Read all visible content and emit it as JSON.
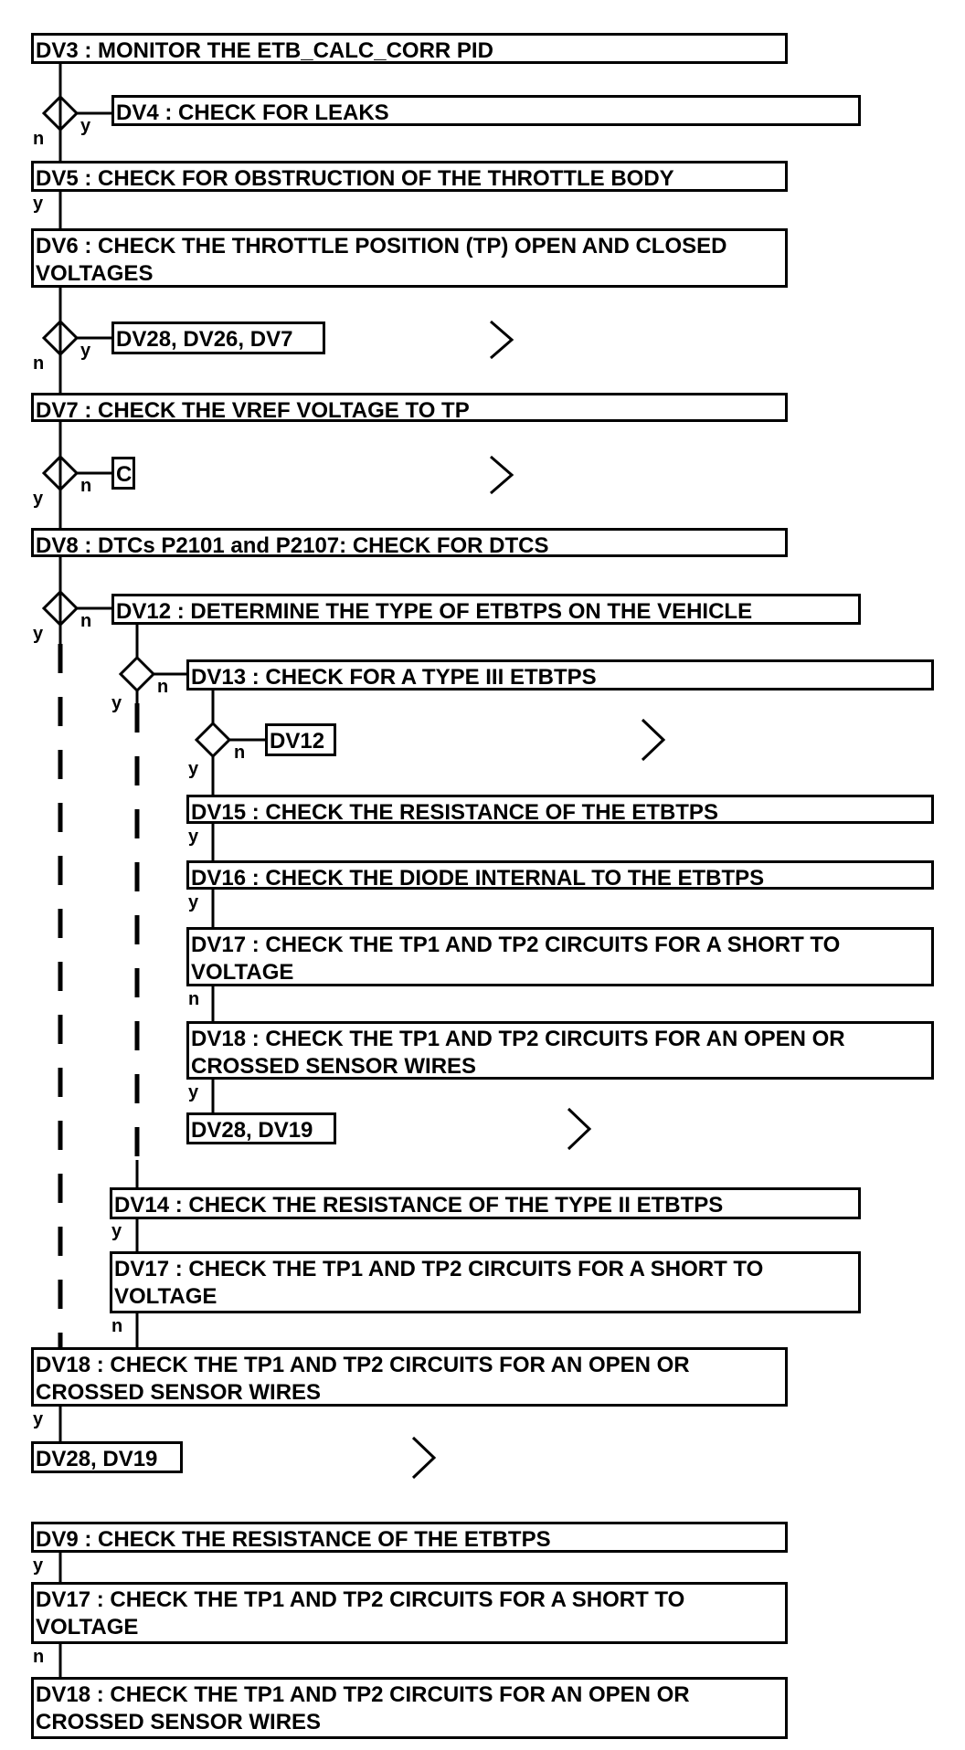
{
  "steps": {
    "dv3": "DV3 : MONITOR THE ETB_CALC_CORR PID",
    "dv4": "DV4 : CHECK FOR LEAKS",
    "dv5": "DV5 : CHECK FOR OBSTRUCTION OF THE THROTTLE BODY",
    "dv6": "DV6 : CHECK THE THROTTLE POSITION (TP) OPEN AND CLOSED VOLTAGES",
    "dv6_ref": "DV28, DV26, DV7",
    "dv7": "DV7 : CHECK THE VREF VOLTAGE TO TP",
    "dv7_ref": "C",
    "dv8": "DV8 : DTCs P2101 and P2107: CHECK FOR DTCS",
    "dv12": "DV12 : DETERMINE THE TYPE OF ETBTPS ON THE VEHICLE",
    "dv13": "DV13 : CHECK FOR A TYPE III ETBTPS",
    "dv13_ref": "DV12",
    "dv15": "DV15 : CHECK THE RESISTANCE OF THE ETBTPS",
    "dv16": "DV16 : CHECK THE DIODE INTERNAL TO THE ETBTPS",
    "dv17a": "DV17 : CHECK THE TP1 AND TP2 CIRCUITS FOR A SHORT TO VOLTAGE",
    "dv18a": "DV18 : CHECK THE TP1 AND TP2 CIRCUITS FOR AN OPEN OR CROSSED SENSOR WIRES",
    "dv18a_ref": "DV28, DV19",
    "dv14": "DV14 : CHECK THE RESISTANCE OF THE TYPE II ETBTPS",
    "dv17b": "DV17 : CHECK THE TP1 AND TP2 CIRCUITS FOR A SHORT TO VOLTAGE",
    "dv18b": "DV18 : CHECK THE TP1 AND TP2 CIRCUITS FOR AN OPEN OR CROSSED SENSOR WIRES",
    "dv18b_ref": "DV28, DV19",
    "dv9": "DV9 : CHECK THE RESISTANCE OF THE ETBTPS",
    "dv17c": "DV17 : CHECK THE TP1 AND TP2 CIRCUITS FOR A SHORT TO VOLTAGE",
    "dv18c": "DV18 : CHECK THE TP1 AND TP2 CIRCUITS FOR AN OPEN OR CROSSED SENSOR WIRES"
  },
  "labels": {
    "yes": "y",
    "no": "n"
  }
}
